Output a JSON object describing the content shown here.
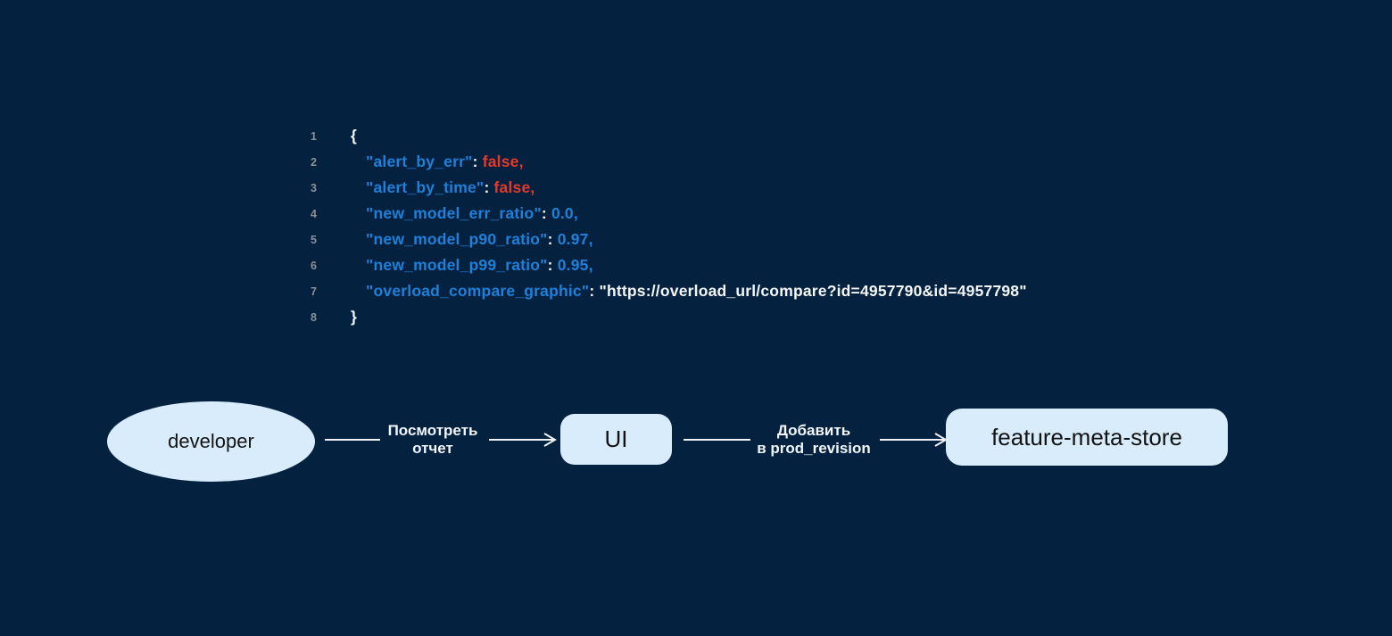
{
  "colors": {
    "background": "#04223f",
    "node_fill": "#d8ecfc",
    "node_text": "#131313",
    "code_key": "#1e80d9",
    "code_number": "#1e80d9",
    "code_false": "#e33a2c",
    "code_plain": "#f4f6f8",
    "line_number": "#8b9199",
    "arrow": "#edf2f8"
  },
  "code_block": {
    "lines": [
      {
        "num": "1",
        "indent": 0,
        "segments": [
          {
            "t": "{",
            "c": "plain"
          }
        ]
      },
      {
        "num": "2",
        "indent": 1,
        "segments": [
          {
            "t": "\"alert_by_err\"",
            "c": "key"
          },
          {
            "t": ": ",
            "c": "plain"
          },
          {
            "t": "false,",
            "c": "bool"
          }
        ]
      },
      {
        "num": "3",
        "indent": 1,
        "segments": [
          {
            "t": "\"alert_by_time\"",
            "c": "key"
          },
          {
            "t": ": ",
            "c": "plain"
          },
          {
            "t": "false,",
            "c": "bool"
          }
        ]
      },
      {
        "num": "4",
        "indent": 1,
        "segments": [
          {
            "t": "\"new_model_err_ratio\"",
            "c": "key"
          },
          {
            "t": ": ",
            "c": "plain"
          },
          {
            "t": "0.0,",
            "c": "num"
          }
        ]
      },
      {
        "num": "5",
        "indent": 1,
        "segments": [
          {
            "t": "\"new_model_p90_ratio\"",
            "c": "key"
          },
          {
            "t": ": ",
            "c": "plain"
          },
          {
            "t": "0.97,",
            "c": "num"
          }
        ]
      },
      {
        "num": "6",
        "indent": 1,
        "segments": [
          {
            "t": "\"new_model_p99_ratio\"",
            "c": "key"
          },
          {
            "t": ": ",
            "c": "plain"
          },
          {
            "t": "0.95,",
            "c": "num"
          }
        ]
      },
      {
        "num": "7",
        "indent": 1,
        "segments": [
          {
            "t": "\"overload_compare_graphic\"",
            "c": "key"
          },
          {
            "t": ": ",
            "c": "plain"
          },
          {
            "t": "\"https://overload_url/compare?id=4957790&id=4957798\"",
            "c": "str"
          }
        ]
      },
      {
        "num": "8",
        "indent": 0,
        "segments": [
          {
            "t": "}",
            "c": "plain"
          }
        ]
      }
    ]
  },
  "diagram": {
    "nodes": {
      "developer": {
        "label": "developer",
        "shape": "ellipse"
      },
      "ui": {
        "label": "UI",
        "shape": "rounded-rect"
      },
      "feature_meta_store": {
        "label": "feature-meta-store",
        "shape": "rounded-rect"
      }
    },
    "edges": {
      "view_report": {
        "line1": "Посмотреть",
        "line2": "отчет",
        "from": "developer",
        "to": "ui"
      },
      "add_to_prod": {
        "line1": "Добавить",
        "line2": "в prod_revision",
        "from": "ui",
        "to": "feature_meta_store"
      }
    }
  }
}
